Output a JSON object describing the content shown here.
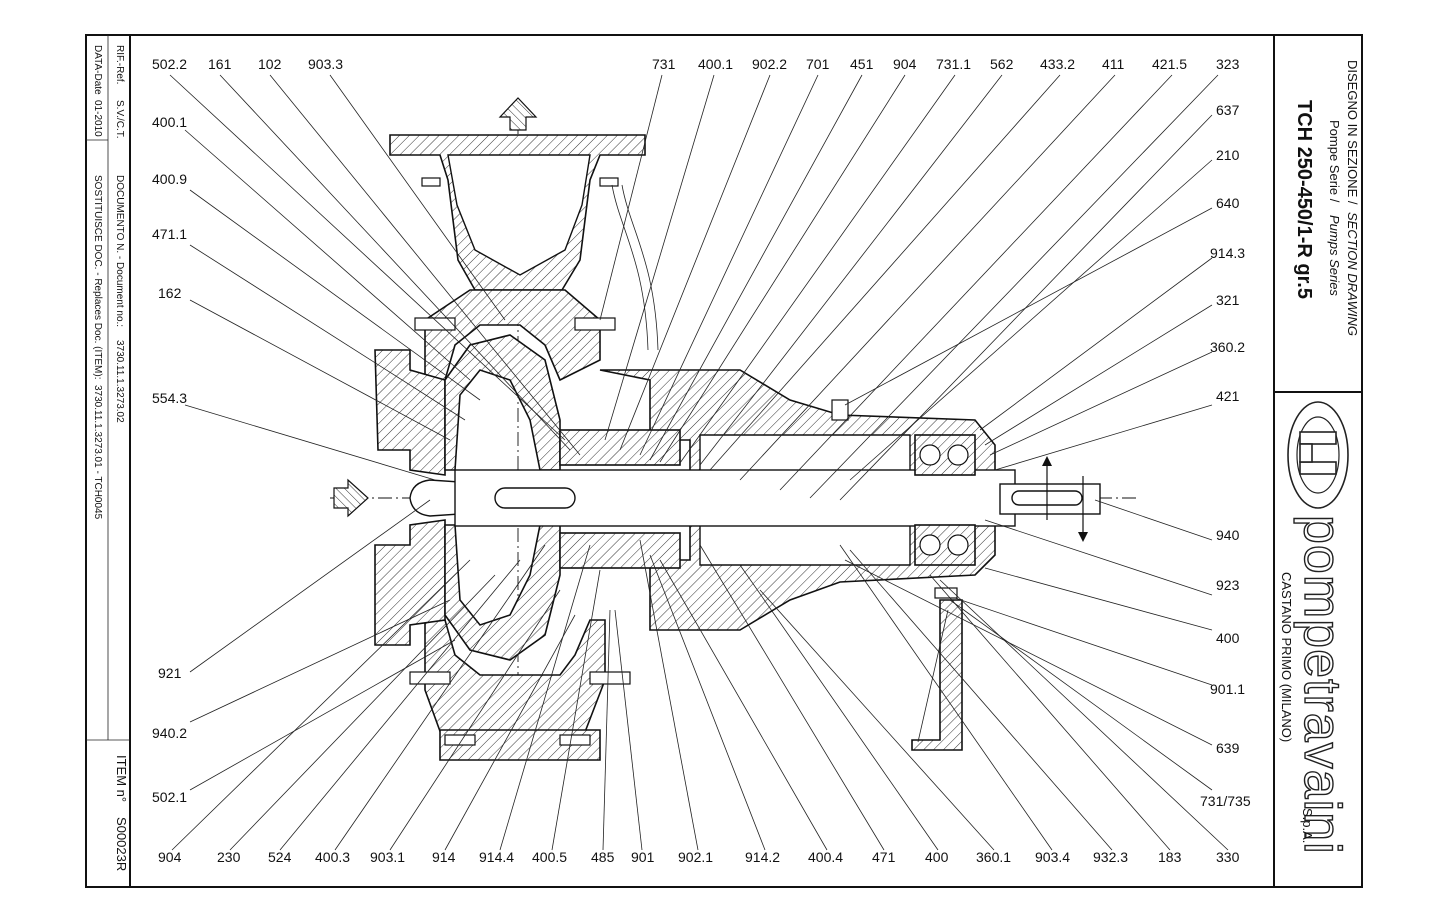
{
  "title_block": {
    "heading_it": "DISEGNO IN SEZIONE /",
    "heading_en": "SECTION DRAWING",
    "series_it": "Pompe Serie /",
    "series_en": "Pumps Series",
    "model": "TCH 250-450/1-R gr.5",
    "company": "pompetravaini",
    "company_suffix": "S.p.A.",
    "location": "CASTANO PRIMO (MILANO)"
  },
  "record_block": {
    "ref_label": "RIF.-Ref.",
    "ref_value": "S.V./C.T.",
    "date_label": "DATA-Date",
    "date_value": "01-2010",
    "doc_label": "DOCUMENTO N. - Document no.:",
    "doc_value": "3730.11.1.3273.02",
    "replaces_label": "SOSTITUISCE DOC. - Replaces Doc. (ITEM):",
    "replaces_value": "3730.11.1.3273.01 - TCH0045",
    "item_label": "ITEM n°",
    "item_value": "S00023R"
  },
  "labels": {
    "top": [
      "502.2",
      "161",
      "102",
      "903.3",
      "731",
      "400.1",
      "902.2",
      "701",
      "451",
      "904",
      "731.1",
      "562",
      "433.2",
      "411",
      "421.5",
      "323"
    ],
    "left": [
      "400.1",
      "400.9",
      "471.1",
      "162",
      "554.3",
      "921",
      "940.2",
      "502.1"
    ],
    "right": [
      "637",
      "210",
      "640",
      "914.3",
      "321",
      "360.2",
      "421",
      "940",
      "923",
      "400",
      "901.1",
      "639",
      "731/735"
    ],
    "bottom": [
      "904",
      "230",
      "524",
      "400.3",
      "903.1",
      "914",
      "914.4",
      "400.5",
      "485",
      "901",
      "902.1",
      "914.2",
      "400.4",
      "471",
      "400",
      "360.1",
      "903.4",
      "932.3",
      "183",
      "330"
    ]
  },
  "icons": [
    "arrow-up-icon",
    "arrow-right-icon",
    "company-logo-icon"
  ]
}
